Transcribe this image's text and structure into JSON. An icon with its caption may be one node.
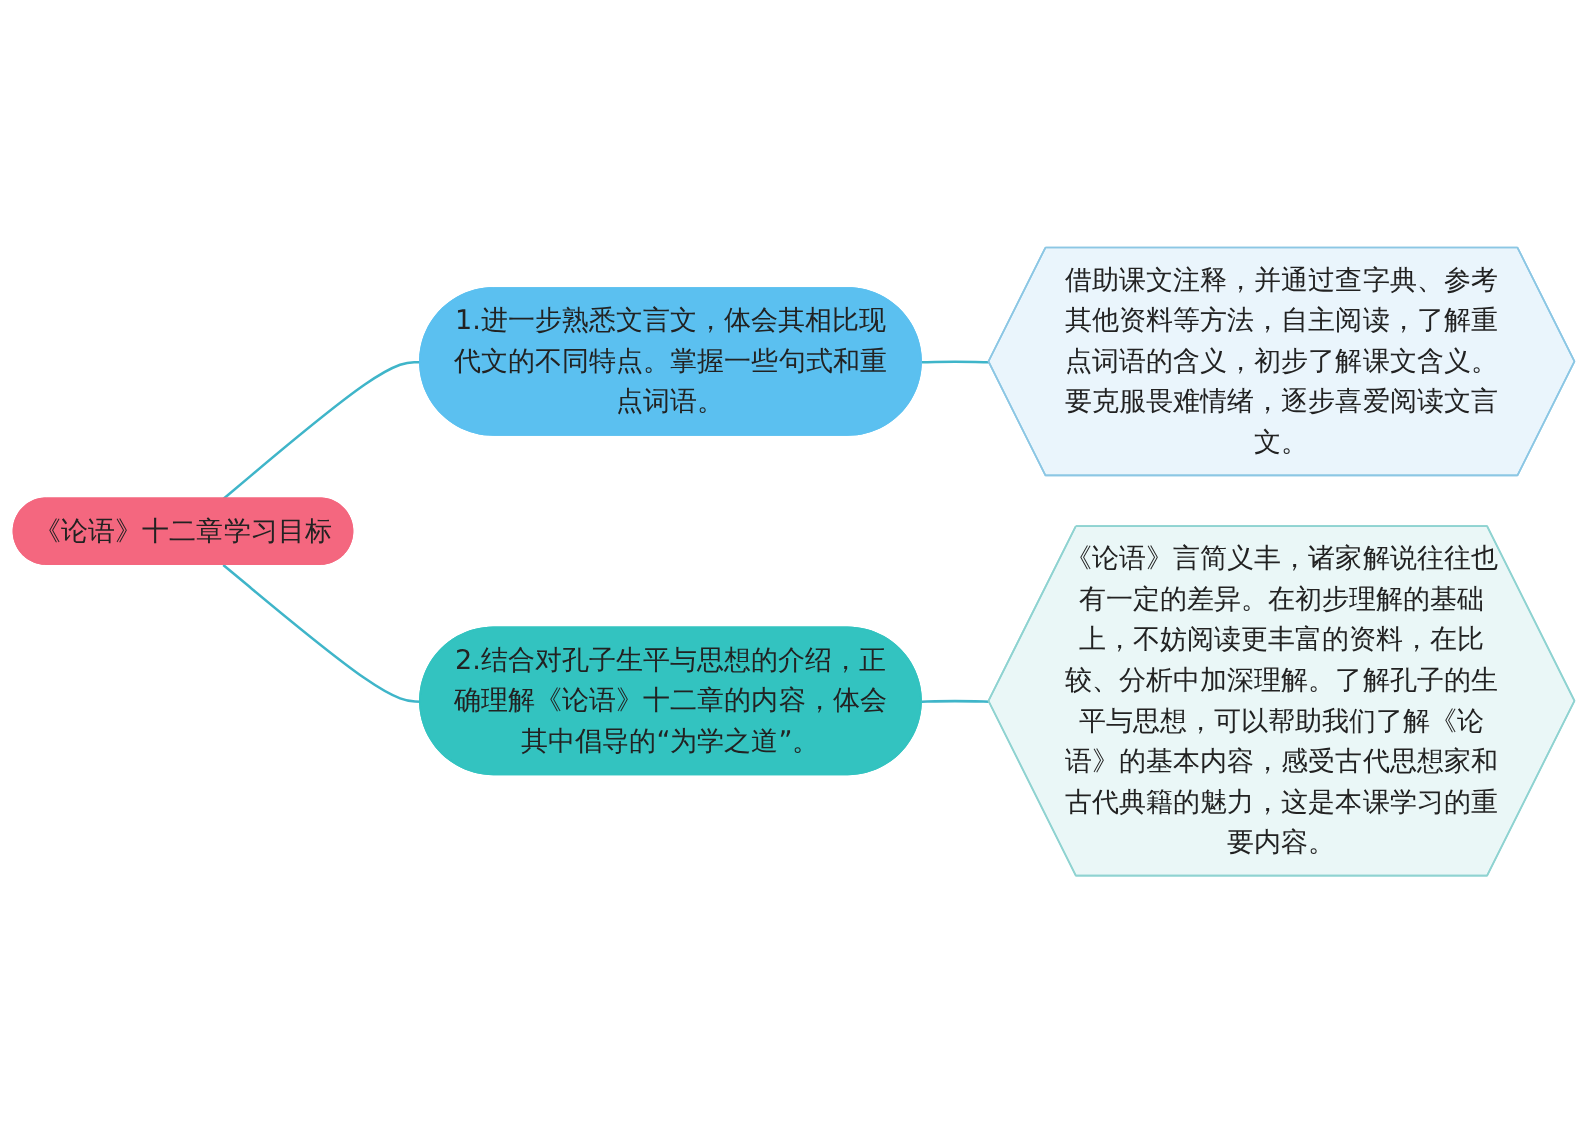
{
  "diagram": {
    "nodes": [
      {
        "text": [
          "《论语》十二章学习目标"
        ]
      },
      {
        "text": [
          "借助课文注释，并通过查字典、参考其他资料等方法，自主阅读，了解重点词语的含义，初步了解课文含义。要克服畏难情绪，逐步喜爱阅读文言文。"
        ]
      },
      {
        "text": [
          "1.进一步熟悉文言文，体会其相比现代文的不同特点。掌握一些句式和重点词语。"
        ]
      },
      {
        "text": [
          "《论语》言简义丰，诸家解说往往也有一定的差异。在初步理解的基础上，不妨阅读更丰富的资料，在比较、分析中加深理解。了解孔子的生平与思想，可以帮助我们了解《论语》的基本内容，感受古代思想家和古代典籍的魅力，这是本课学习的重要内容。"
        ]
      },
      {
        "text": [
          "2.结合对孔子生平与思想的介绍，正确理解《论语》十二章的内容，体会其中倡导的“为学之道”。"
        ]
      }
    ],
    "edges": [
      {
        "from": 0,
        "to": 2,
        "arrow": "none"
      },
      {
        "from": 0,
        "to": 4,
        "arrow": "none"
      },
      {
        "from": 2,
        "to": 1,
        "arrow": "none"
      },
      {
        "from": 4,
        "to": 3,
        "arrow": "none"
      }
    ]
  }
}
